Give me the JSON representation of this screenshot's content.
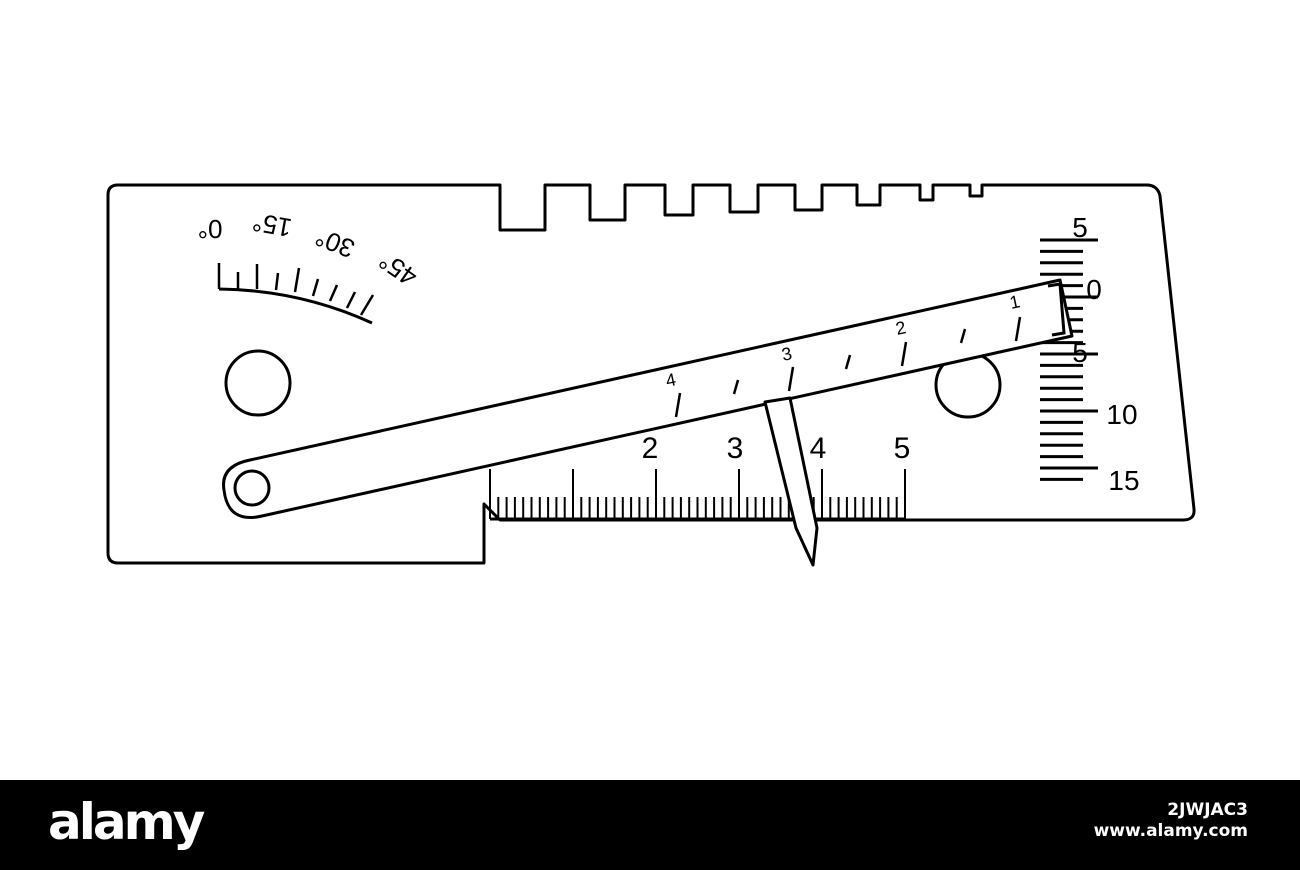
{
  "illustration": {
    "stroke_color": "#000000",
    "fill_color": "#ffffff",
    "gauge_body": {
      "angle_scale": {
        "labels": [
          "0°",
          "15°",
          "30°",
          "45°"
        ]
      },
      "horizontal_scale": {
        "labels": [
          "2",
          "3",
          "4",
          "5"
        ]
      },
      "vertical_scale": {
        "labels": [
          "5",
          "0",
          "5",
          "10",
          "15"
        ]
      }
    },
    "swing_arm": {
      "scale": {
        "labels": [
          "4",
          "3",
          "2",
          "1"
        ]
      }
    }
  },
  "footer": {
    "background": "#000000",
    "logo_text": "alamy",
    "image_id": "2JWJAC3",
    "site": "www.alamy.com"
  }
}
